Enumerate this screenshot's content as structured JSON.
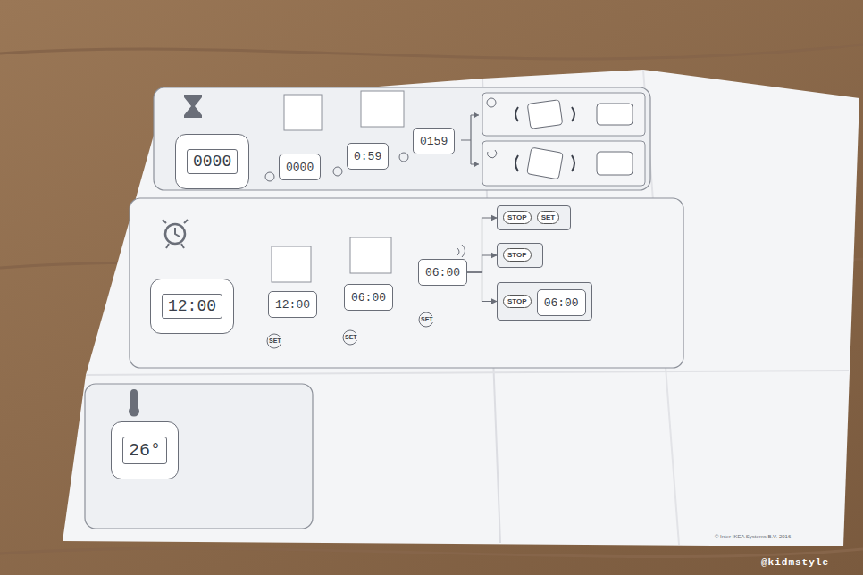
{
  "diagram": {
    "nodes": [
      {
        "text": [
          "0000"
        ]
      },
      {
        "text": [
          "0000"
        ]
      },
      {
        "text": [
          "0:59"
        ]
      },
      {
        "text": [
          "0159"
        ]
      },
      {
        "text": [
          "12:00"
        ]
      },
      {
        "text": [
          "12:00"
        ]
      },
      {
        "text": [
          "06:00"
        ]
      },
      {
        "text": [
          "06:00"
        ]
      },
      {
        "text": [
          "STOP",
          "SET"
        ]
      },
      {
        "text": [
          "STOP"
        ]
      },
      {
        "text": [
          "STOP"
        ]
      },
      {
        "text": [
          "06:00"
        ],
        "in": 10
      },
      {
        "text": [
          "26°"
        ]
      }
    ],
    "edges": [
      {
        "from": 7,
        "to": 8,
        "arrow": "to"
      },
      {
        "from": 7,
        "to": 9,
        "arrow": "to"
      },
      {
        "from": 7,
        "to": 10,
        "arrow": "to"
      }
    ],
    "labels": [
      "SET",
      "SET",
      "SET",
      "© Inter IKEA Systems B.V. 2016",
      "@kidmstyle"
    ]
  }
}
